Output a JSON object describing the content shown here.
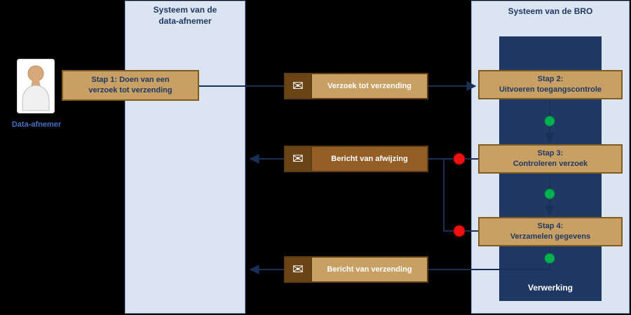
{
  "lanes": {
    "left_title_line1": "Systeem van de",
    "left_title_line2": "data-afnemer",
    "right_title": "Systeem van de BRO",
    "processing_label": "Verwerking"
  },
  "actor": {
    "label": "Data-afnemer"
  },
  "steps": [
    {
      "line1": "Stap 1: Doen van een",
      "line2": "verzoek tot verzending"
    },
    {
      "line1": "Stap 2:",
      "line2": "Uitvoeren toegangscontrole"
    },
    {
      "line1": "Stap 3:",
      "line2": "Controleren verzoek"
    },
    {
      "line1": "Stap 4:",
      "line2": "Verzamelen gegevens"
    }
  ],
  "messages": [
    {
      "label": "Verzoek tot verzending",
      "variant": "light"
    },
    {
      "label": "Bericht van afwijzing",
      "variant": "dark"
    },
    {
      "label": "Bericht van verzending",
      "variant": "light"
    }
  ],
  "icons": {
    "envelope": "✉"
  },
  "colors": {
    "background": "#000000",
    "lane_fill": "#dbe5f1",
    "navy": "#1f3864",
    "step_fill": "#c9a063",
    "step_border": "#7f5c22",
    "message_dark_fill": "#935f26",
    "envelope_square": "#6b4418",
    "arrow": "#1a2f57",
    "green_dot": "#00b050",
    "red_dot": "#ee1111",
    "actor_label": "#4472c4"
  }
}
